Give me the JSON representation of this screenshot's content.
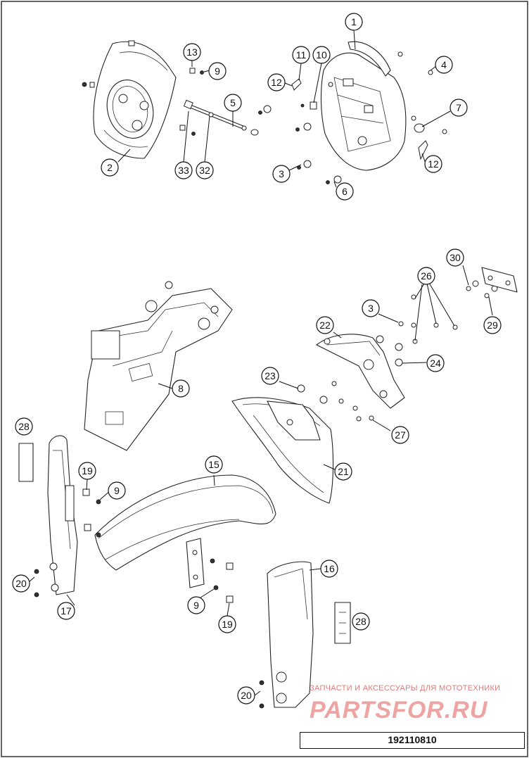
{
  "diagram": {
    "callouts": [
      "1",
      "2",
      "3",
      "4",
      "5",
      "6",
      "7",
      "8",
      "9",
      "10",
      "11",
      "12",
      "13",
      "15",
      "16",
      "17",
      "19",
      "20",
      "21",
      "22",
      "23",
      "24",
      "26",
      "27",
      "28",
      "29",
      "30",
      "32",
      "33"
    ]
  },
  "watermark": {
    "text": "ЗАПЧАСТИ И АКСЕССУАРЫ ДЛЯ МОТОТЕХНИКИ",
    "brand": "PARTSFOR.RU"
  },
  "drawing_number": "192110810"
}
